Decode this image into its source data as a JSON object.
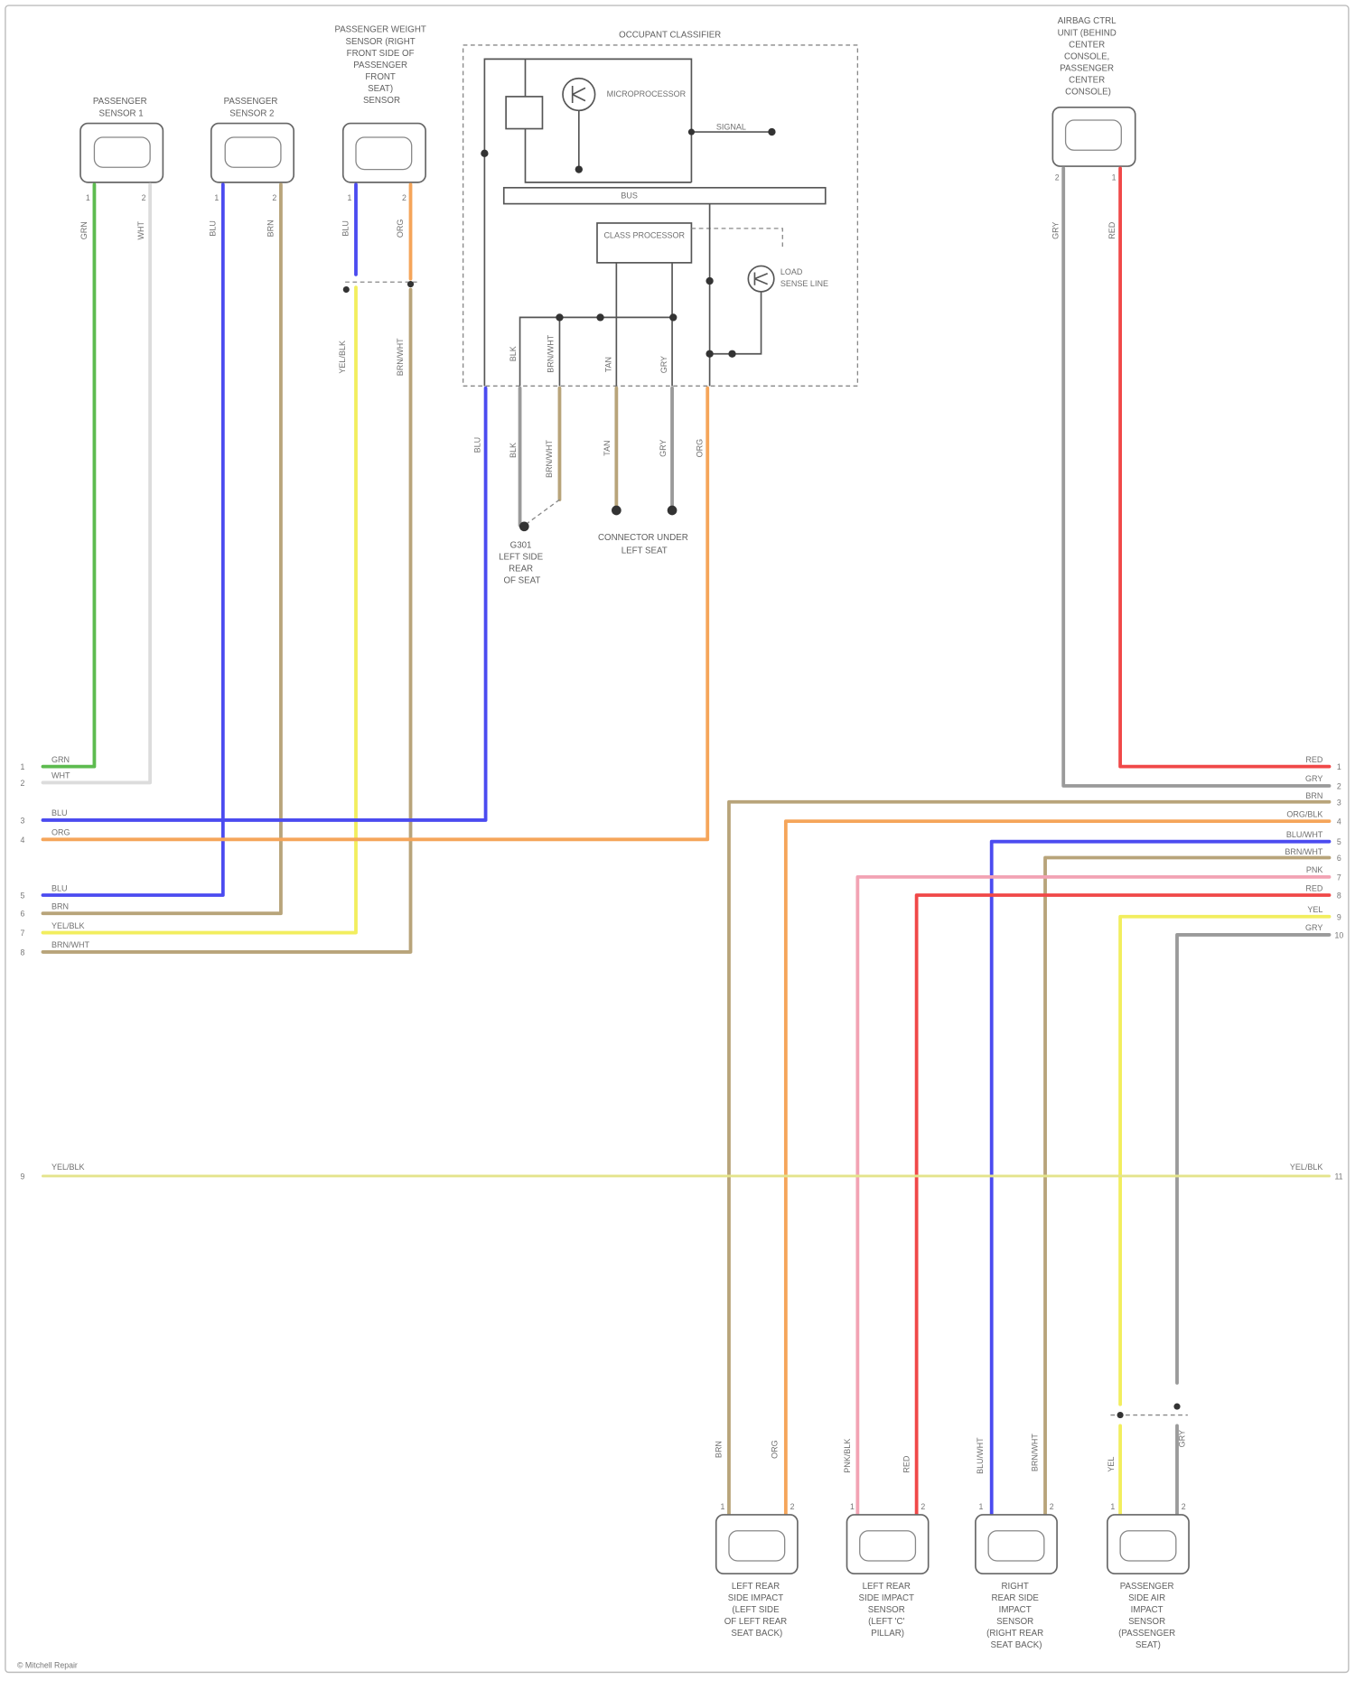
{
  "components": {
    "passenger_sensor_1": {
      "label": [
        "PASSENGER",
        "SENSOR 1"
      ],
      "pins": [
        "1",
        "2"
      ]
    },
    "passenger_sensor_2": {
      "label": [
        "PASSENGER",
        "SENSOR 2"
      ],
      "pins": [
        "1",
        "2"
      ]
    },
    "weight_sensor": {
      "label": [
        "PASSENGER WEIGHT",
        "SENSOR (RIGHT",
        "FRONT SIDE OF",
        "PASSENGER",
        "FRONT",
        "SEAT)",
        "SENSOR"
      ],
      "pins": [
        "1",
        "2"
      ]
    },
    "classifier": {
      "label": "OCCUPANT CLASSIFIER",
      "microprocessor": "MICROPROCESSOR",
      "bus": "BUS",
      "processor": "CLASS PROCESSOR",
      "load_sense": [
        "LOAD",
        "SENSE LINE"
      ],
      "signal": "SIGNAL"
    },
    "ground": {
      "label": [
        "G301",
        "LEFT SIDE",
        "REAR",
        "OF SEAT"
      ]
    },
    "connector_note": {
      "label": [
        "CONNECTOR UNDER",
        "LEFT SEAT"
      ]
    },
    "airbag_unit": {
      "label": [
        "AIRBAG CTRL",
        "UNIT (BEHIND",
        "CENTER",
        "CONSOLE,",
        "PASSENGER",
        "CENTER",
        "CONSOLE)"
      ],
      "pins": [
        "2",
        "1"
      ]
    },
    "bottom": [
      {
        "label": [
          "LEFT REAR",
          "SIDE IMPACT",
          "(LEFT SIDE",
          "OF LEFT REAR",
          "SEAT BACK)"
        ],
        "pins": [
          "1",
          "2"
        ]
      },
      {
        "label": [
          "LEFT REAR",
          "SIDE IMPACT",
          "SENSOR",
          "(LEFT 'C'",
          "PILLAR)"
        ],
        "pins": [
          "1",
          "2"
        ]
      },
      {
        "label": [
          "RIGHT",
          "REAR SIDE",
          "IMPACT",
          "SENSOR",
          "(RIGHT REAR",
          "SEAT BACK)"
        ],
        "pins": [
          "1",
          "2"
        ]
      },
      {
        "label": [
          "PASSENGER",
          "SIDE AIR",
          "IMPACT",
          "SENSOR",
          "(PASSENGER",
          "SEAT)"
        ],
        "pins": [
          "1",
          "2"
        ]
      }
    ]
  },
  "wire_labels": {
    "s1_a": "GRN",
    "s1_b": "WHT",
    "s2_a": "BLU",
    "s2_b": "BRN",
    "s3_a": "BLU",
    "s3_b": "ORG",
    "s3_c": "YEL/BLK",
    "s3_d": "BRN/WHT",
    "m_in_1": "BLK",
    "m_in_2": "BRN/WHT",
    "m_in_3": "TAN",
    "m_in_4": "GRY",
    "m_out_1": "BLU",
    "m_out_2": "BLK",
    "m_out_3": "BRN/WHT",
    "m_out_4": "TAN",
    "m_out_5": "GRY",
    "m_out_6": "ORG",
    "a_1": "GRY",
    "a_2": "RED",
    "b1_a": "BRN",
    "b1_b": "ORG",
    "b2_a": "PNK/BLK",
    "b2_b": "RED",
    "b3_a": "BLU/WHT",
    "b3_b": "BRN/WHT",
    "b4_a": "YEL",
    "b4_b": "GRY"
  },
  "harness_left": {
    "pins": [
      "1",
      "2",
      "3",
      "4",
      "5",
      "6",
      "7",
      "8",
      "9"
    ],
    "labels": [
      "GRN",
      "WHT",
      "BLU",
      "ORG",
      "BLU",
      "BRN",
      "YEL/BLK",
      "BRN/WHT"
    ]
  },
  "harness_right": {
    "pins": [
      "1",
      "2",
      "3",
      "4",
      "5",
      "6",
      "7",
      "8",
      "9",
      "10",
      "11"
    ],
    "labels": [
      "RED",
      "GRY",
      "BRN",
      "ORG/BLK",
      "BLU/WHT",
      "BRN/WHT",
      "PNK",
      "RED",
      "YEL",
      "GRY"
    ]
  },
  "bus_line": {
    "label_left": "YEL/BLK",
    "label_right": "YEL/BLK"
  },
  "footer": "© Mitchell Repair",
  "palette": {
    "green": "#5dbb4f",
    "white": "#dcdcdc",
    "blue": "#4b4bf0",
    "tan": "#b8a47a",
    "yellow": "#f2ee5e",
    "orange": "#f5a55a",
    "red": "#f04848",
    "gray": "#9a9a9a",
    "pink": "#f2a3b4",
    "black": "#555555",
    "bus": "#e4e48c"
  }
}
